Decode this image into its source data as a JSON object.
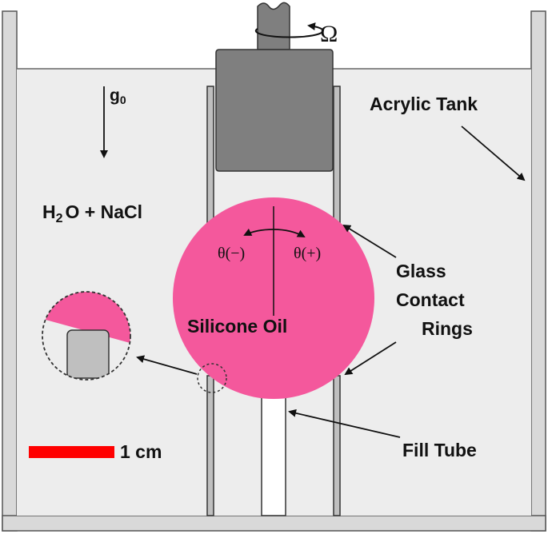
{
  "labels": {
    "gravity_symbol": "g",
    "gravity_subscript": "0",
    "rotation_symbol": "Ω",
    "tank": "Acrylic Tank",
    "fluid_prefix": "H",
    "fluid_subscript": "2",
    "fluid_suffix": "O + NaCl",
    "drop": "Silicone Oil",
    "theta_neg": "θ(−)",
    "theta_pos": "θ(+)",
    "rings_line1": "Glass",
    "rings_line2": "Contact",
    "rings_line3": "Rings",
    "fill_tube": "Fill Tube",
    "scale_bar": "1 cm"
  },
  "colors": {
    "tank_wall": "#d9d9d9",
    "water": "#ededed",
    "drop": "#f4589c",
    "rotor": "#7f7f7f",
    "glass": "#bfbfbf",
    "scale_bar": "#ff0000",
    "outline": "#333333"
  }
}
